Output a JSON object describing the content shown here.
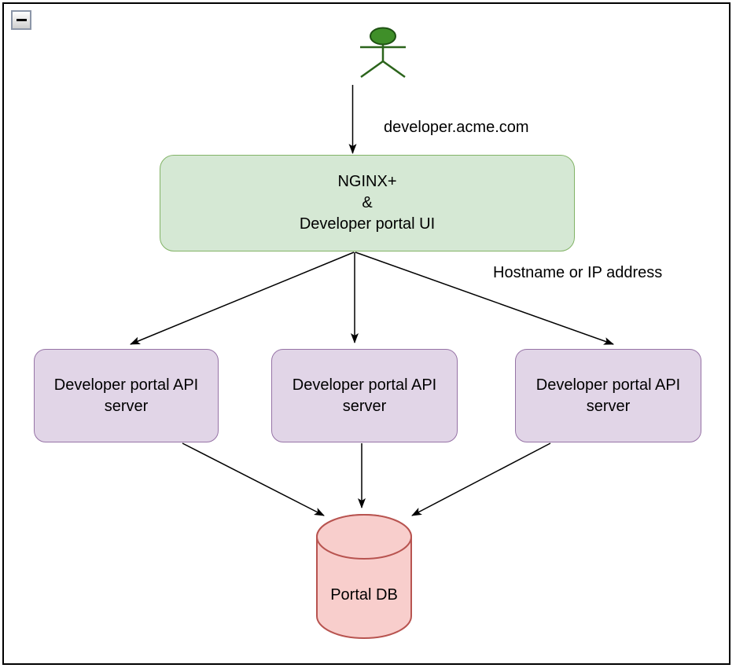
{
  "window": {
    "collapse_button": {
      "icon": "collapse-minus-icon",
      "action": "collapse container"
    }
  },
  "diagram": {
    "actor": {
      "icon": "person-actor-icon",
      "head_fill": "#3f8f29",
      "stroke": "#2b641b"
    },
    "labels": {
      "request_domain": "developer.acme.com",
      "routing": "Hostname or IP address"
    },
    "nodes": {
      "gateway": {
        "lines": [
          "NGINX+",
          "&",
          "Developer portal UI"
        ],
        "fill": "#d5e8d4",
        "stroke": "#82b366"
      },
      "api_servers": [
        {
          "label": "Developer portal API server"
        },
        {
          "label": "Developer portal API server"
        },
        {
          "label": "Developer portal API server"
        }
      ],
      "api_server_style": {
        "fill": "#e1d5e7",
        "stroke": "#9673a6"
      },
      "database": {
        "label": "Portal DB",
        "fill": "#f8cecc",
        "stroke": "#b85450"
      }
    },
    "edges": {
      "color": "#000000",
      "list": [
        "actor -> gateway",
        "gateway -> api-server-1",
        "gateway -> api-server-2",
        "gateway -> api-server-3",
        "api-server-1 -> database",
        "api-server-2 -> database",
        "api-server-3 -> database"
      ]
    }
  }
}
